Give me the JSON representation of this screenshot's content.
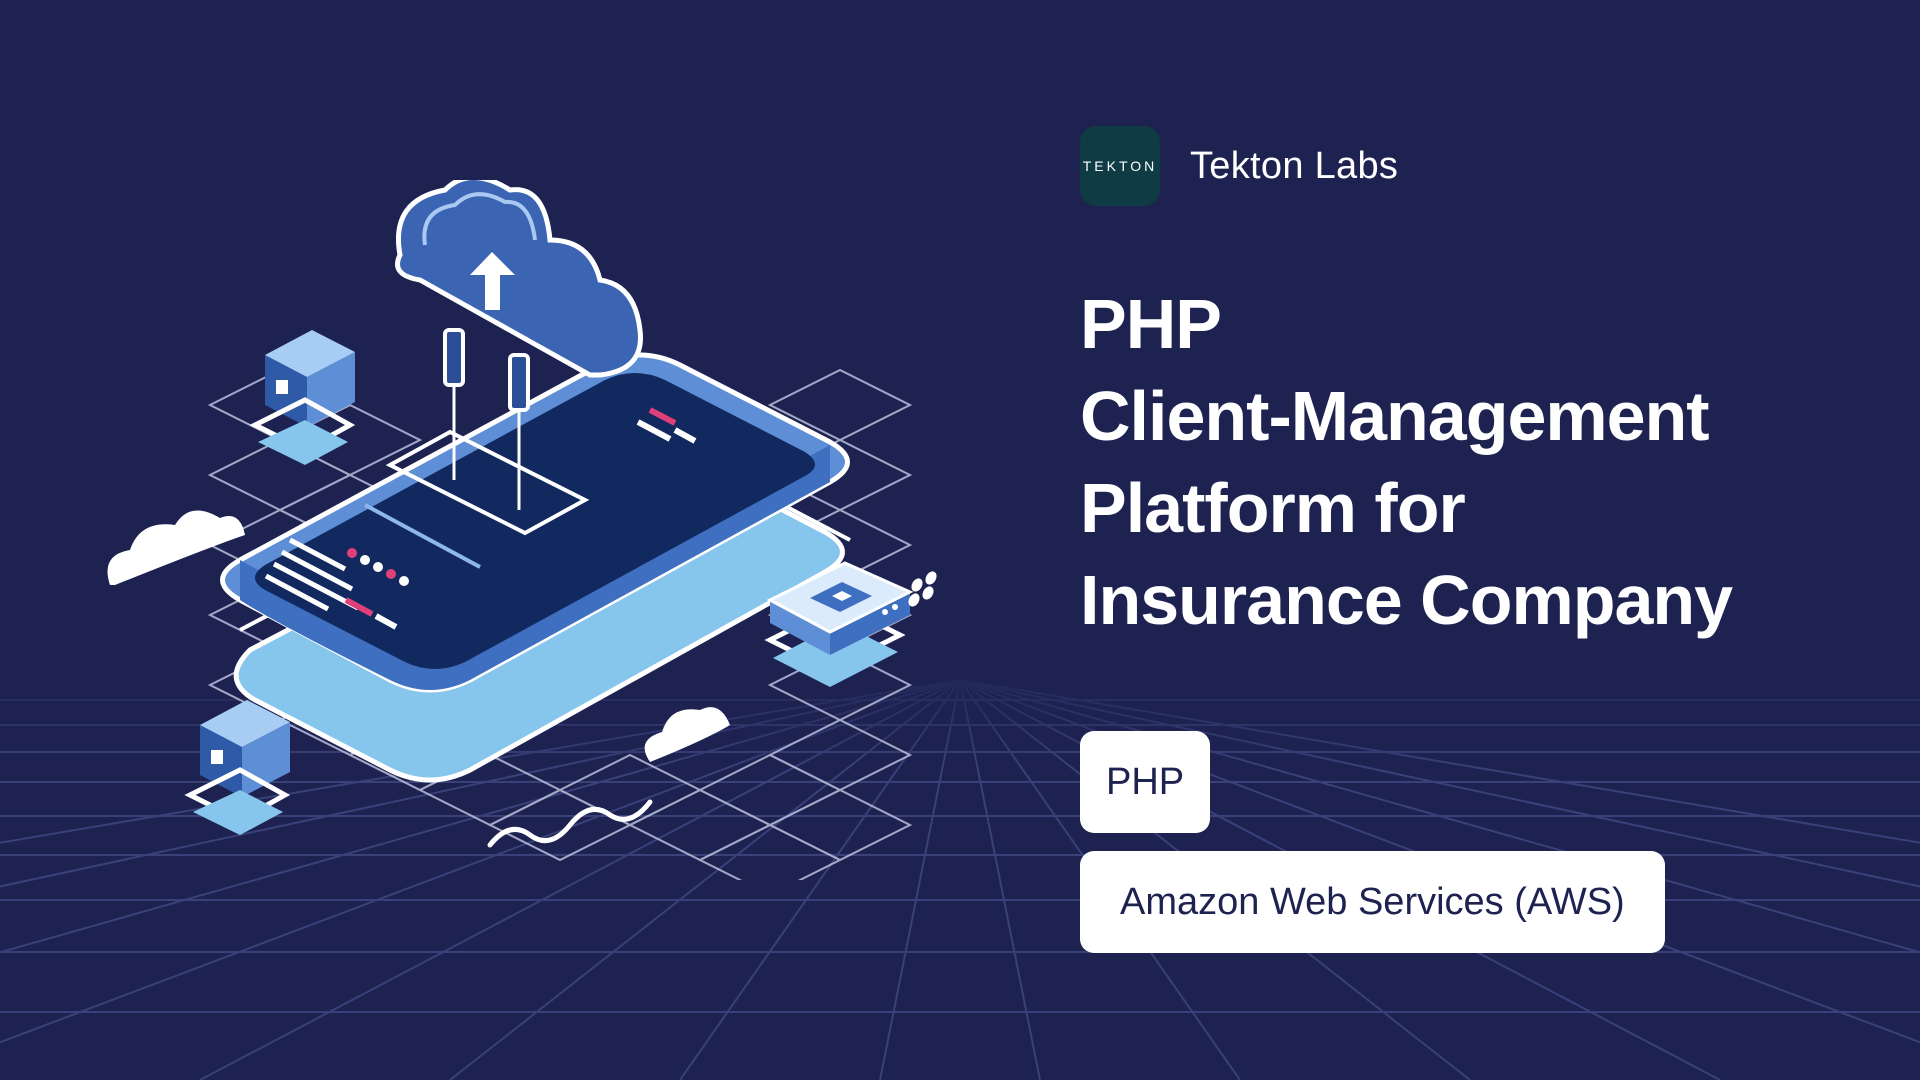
{
  "brand": {
    "logo_text": "TEKTON",
    "name": "Tekton Labs"
  },
  "title": {
    "lines": [
      "PHP",
      "Client-Management",
      "Platform for",
      "Insurance Company"
    ]
  },
  "tags": [
    {
      "label": "PHP"
    },
    {
      "label": "Amazon Web Services (AWS)"
    }
  ],
  "colors": {
    "background": "#1d2251",
    "logo_background": "#0f3c44",
    "accent_blue": "#86c5ec",
    "accent_pink": "#e0407a",
    "tag_background": "#ffffff"
  },
  "illustration": {
    "subject": "isometric smartphone with cloud upload"
  }
}
